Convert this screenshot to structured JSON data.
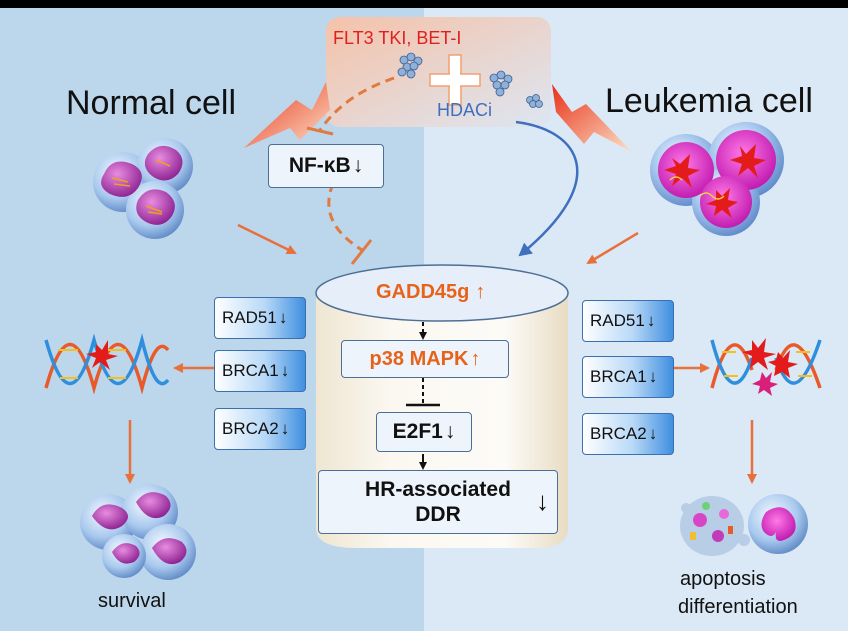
{
  "titles": {
    "normal": "Normal cell",
    "leukemia": "Leukemia cell"
  },
  "drugs": {
    "combo": "FLT3 TKI, BET-I",
    "hdac": "HDACi"
  },
  "nfkb": {
    "label": "NF-κB",
    "arrow": "↓"
  },
  "center": {
    "gadd": "GADD45g",
    "gadd_arrow": "↑",
    "p38": "p38 MAPK",
    "p38_arrow": "↑",
    "e2f1": "E2F1",
    "e2f1_arrow": "↓",
    "hr_line1": "HR-associated",
    "hr_line2": "DDR",
    "hr_arrow": "↓"
  },
  "left_genes": [
    {
      "name": "RAD51",
      "arrow": "↓"
    },
    {
      "name": "BRCA1",
      "arrow": "↓"
    },
    {
      "name": "BRCA2",
      "arrow": "↓"
    }
  ],
  "right_genes": [
    {
      "name": "RAD51",
      "arrow": "↓"
    },
    {
      "name": "BRCA1",
      "arrow": "↓"
    },
    {
      "name": "BRCA2",
      "arrow": "↓"
    }
  ],
  "outcomes": {
    "left": "survival",
    "right_line1": "apoptosis",
    "right_line2": "differentiation"
  },
  "colors": {
    "arrow_orange": "#e8703a",
    "inhibit_orange": "#e07a3f",
    "hdac_blue": "#3f6fbf",
    "drug_red": "#e02020",
    "center_orange": "#e8631a"
  }
}
